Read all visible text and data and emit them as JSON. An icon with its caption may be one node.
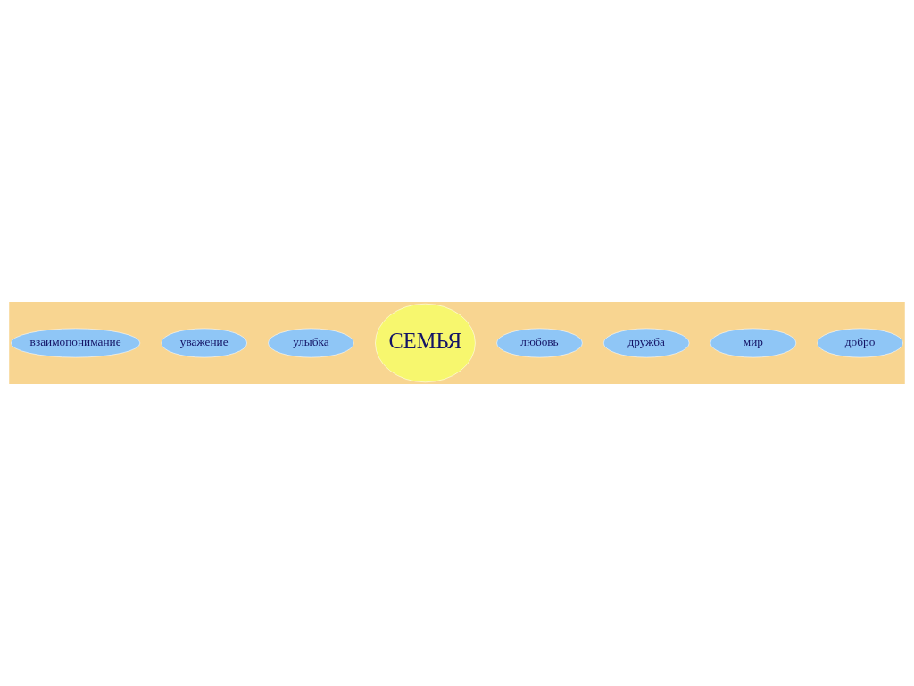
{
  "diagram": {
    "nodes": [
      {
        "text": [
          "взаимопонимание"
        ]
      },
      {
        "text": [
          "уважение"
        ]
      },
      {
        "text": [
          "улыбка"
        ]
      },
      {
        "text": [
          "СЕМЬЯ"
        ]
      },
      {
        "text": [
          "любовь"
        ]
      },
      {
        "text": [
          "дружба"
        ]
      },
      {
        "text": [
          "мир"
        ]
      },
      {
        "text": [
          "добро"
        ]
      }
    ],
    "edges": []
  }
}
